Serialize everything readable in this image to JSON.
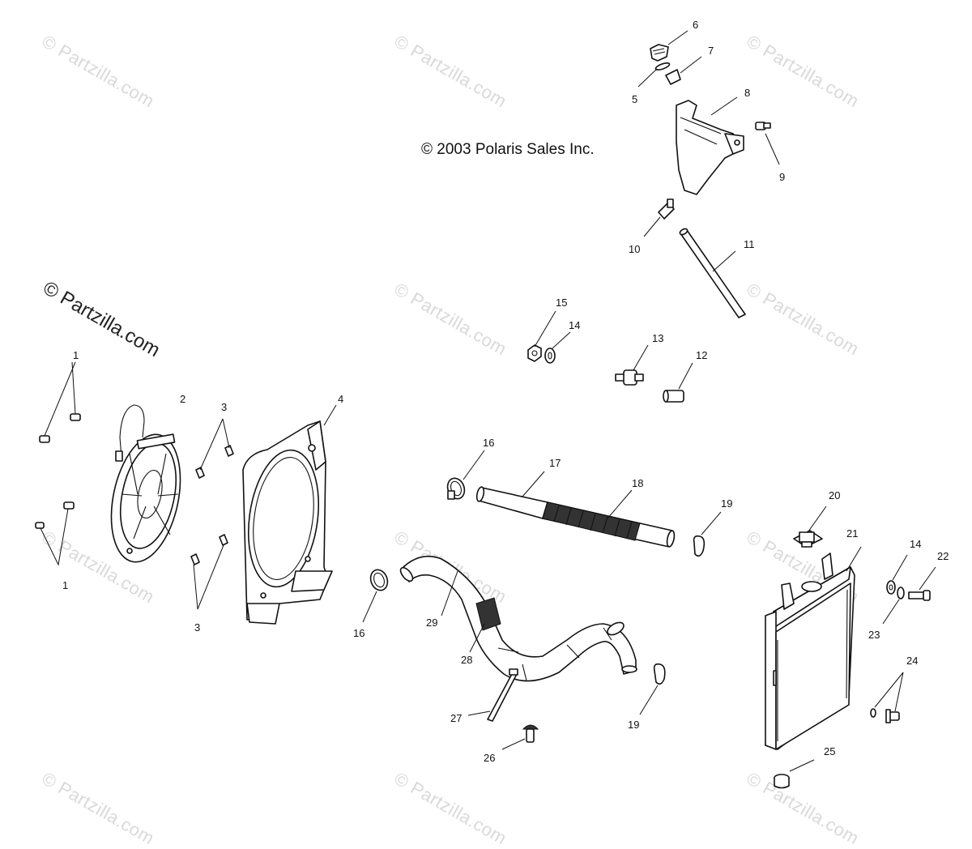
{
  "copyright": "© 2003 Polaris Sales Inc.",
  "watermark": "© Partzilla.com",
  "callouts": {
    "c1a": "1",
    "c1b": "1",
    "c2": "2",
    "c3a": "3",
    "c3b": "3",
    "c4": "4",
    "c5": "5",
    "c6": "6",
    "c7": "7",
    "c8": "8",
    "c9": "9",
    "c10": "10",
    "c11": "11",
    "c12": "12",
    "c13": "13",
    "c14a": "14",
    "c14b": "14",
    "c15": "15",
    "c16a": "16",
    "c16b": "16",
    "c17": "17",
    "c18": "18",
    "c19a": "19",
    "c19b": "19",
    "c20": "20",
    "c21": "21",
    "c22": "22",
    "c23": "23",
    "c24": "24",
    "c25": "25",
    "c26": "26",
    "c27": "27",
    "c28": "28",
    "c29": "29"
  }
}
